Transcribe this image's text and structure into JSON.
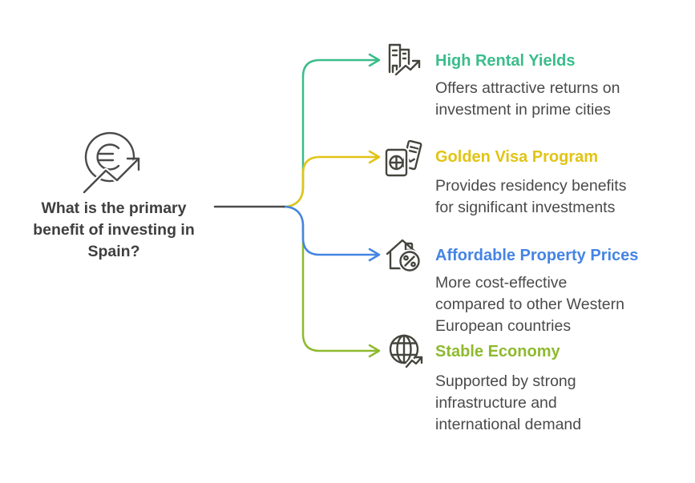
{
  "question": {
    "text": "What is the primary\nbenefit of investing in\nSpain?",
    "icon": "euro-growth-icon"
  },
  "branches": [
    {
      "id": "high-rental-yields",
      "title": "High Rental Yields",
      "description": "Offers attractive returns on\ninvestment in prime cities",
      "color": "#3ABD8A",
      "icon": "building-growth-icon"
    },
    {
      "id": "golden-visa-program",
      "title": "Golden Visa Program",
      "description": "Provides residency benefits\nfor significant investments",
      "color": "#E2C413",
      "icon": "passport-icon"
    },
    {
      "id": "affordable-property-prices",
      "title": "Affordable Property Prices",
      "description": "More cost-effective\ncompared to other Western\nEuropean countries",
      "color": "#4584E4",
      "icon": "house-percent-icon"
    },
    {
      "id": "stable-economy",
      "title": "Stable Economy",
      "description": "Supported by strong\ninfrastructure and\ninternational demand",
      "color": "#8EB92E",
      "icon": "globe-growth-icon"
    }
  ],
  "colors": {
    "background": "#FFFFFF",
    "question_text": "#3F3F3F",
    "body_text": "#4A4A4A",
    "icon_stroke": "#45453E",
    "connector": "#4A4A4A"
  }
}
